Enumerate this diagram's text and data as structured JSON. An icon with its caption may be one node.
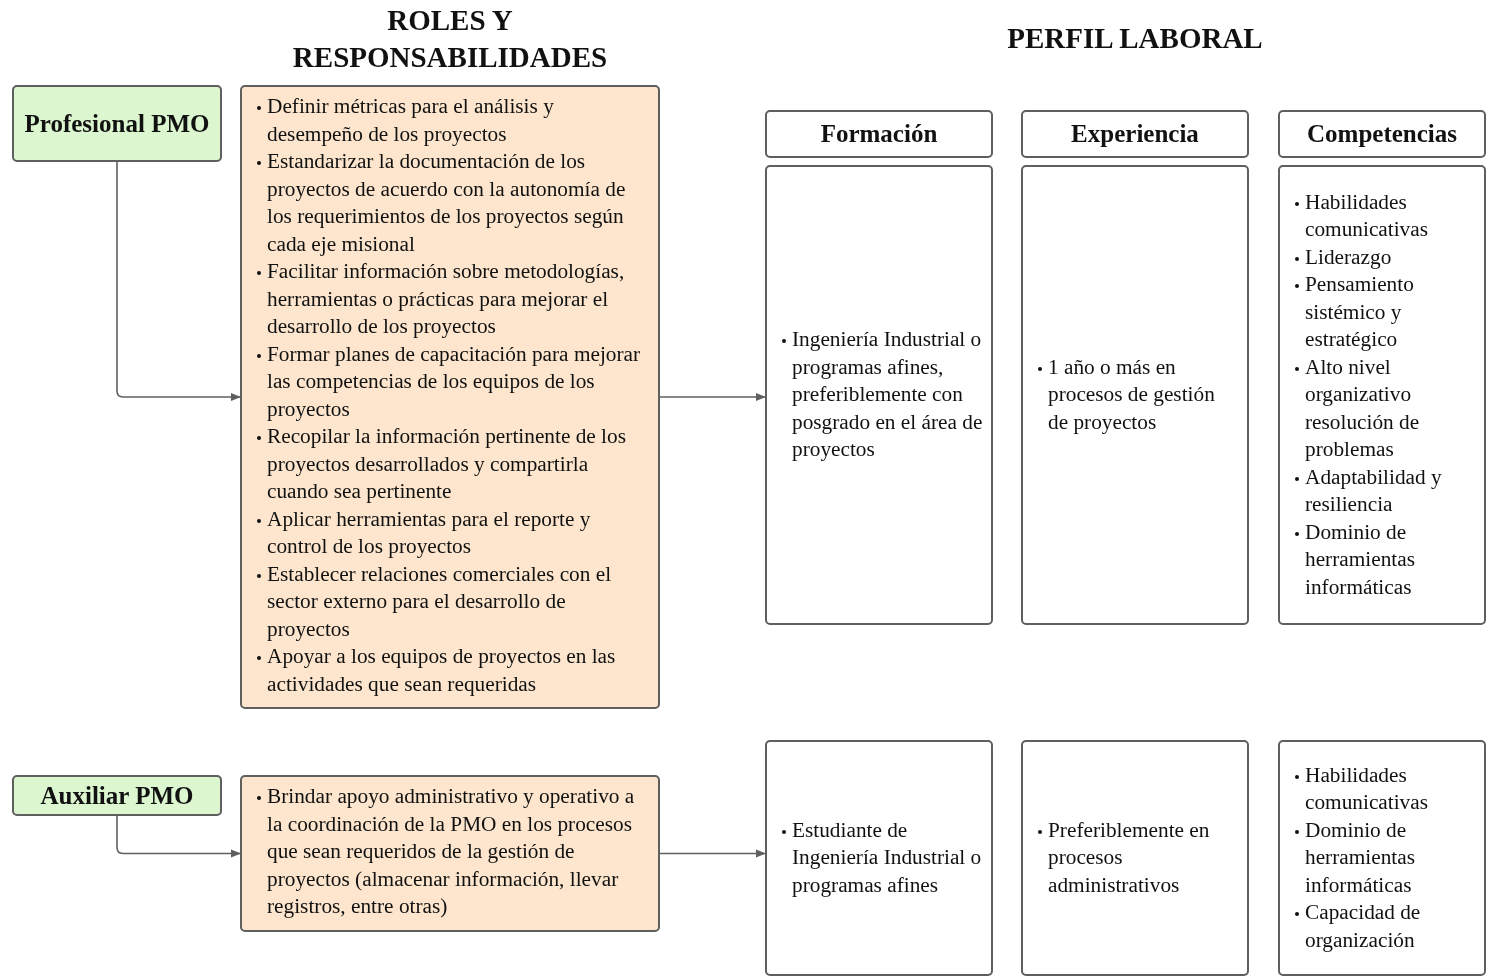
{
  "diagram": {
    "nodes": [
      {
        "text": [
          "Profesional PMO"
        ]
      },
      {
        "text": [
          "Definir métricas para el análisis y desempeño de los proyectos",
          "Estandarizar la documentación de los proyectos de acuerdo con la autonomía de los requerimientos de los proyectos según cada eje misional",
          "Facilitar información sobre metodologías, herramientas o prácticas para mejorar el desarrollo de los proyectos",
          "Formar planes de capacitación para mejorar las competencias de los equipos de los proyectos",
          "Recopilar la información pertinente de los proyectos desarrollados y compartirla cuando sea pertinente",
          "Aplicar herramientas para el reporte y control de los proyectos",
          "Establecer relaciones comerciales con el sector externo para el desarrollo de proyectos",
          "Apoyar a los equipos de proyectos en las actividades que sean requeridas"
        ]
      },
      {
        "text": [
          "Formación"
        ]
      },
      {
        "text": [
          "Experiencia"
        ]
      },
      {
        "text": [
          "Competencias"
        ]
      },
      {
        "text": [
          "Ingeniería Industrial o programas afines, preferiblemente con posgrado en el área de proyectos"
        ]
      },
      {
        "text": [
          "1 año o más en procesos de gestión de proyectos"
        ]
      },
      {
        "text": [
          "Habilidades comunicativas",
          "Liderazgo",
          "Pensamiento sistémico y estratégico",
          "Alto nivel organizativo resolución de problemas",
          "Adaptabilidad y resiliencia",
          "Dominio de herramientas informáticas"
        ]
      },
      {
        "text": [
          "Auxiliar PMO"
        ]
      },
      {
        "text": [
          "Brindar apoyo administrativo y operativo a la coordinación de la PMO en los procesos que sean requeridos de la gestión de proyectos (almacenar información, llevar registros, entre otras)"
        ]
      },
      {
        "text": [
          "Estudiante de Ingeniería Industrial o programas afines"
        ]
      },
      {
        "text": [
          "Preferiblemente en procesos administrativos"
        ]
      },
      {
        "text": [
          "Habilidades comunicativas",
          "Dominio de herramientas informáticas",
          "Capacidad de organización"
        ]
      }
    ],
    "edges": [
      {
        "from": 0,
        "to": 1,
        "arrow": "to"
      },
      {
        "from": 1,
        "to": 5,
        "arrow": "to"
      },
      {
        "from": 8,
        "to": 9,
        "arrow": "to"
      },
      {
        "from": 9,
        "to": 10,
        "arrow": "to"
      }
    ],
    "labels": [
      "ROLES Y RESPONSABILIDADES",
      "PERFIL LABORAL"
    ]
  }
}
